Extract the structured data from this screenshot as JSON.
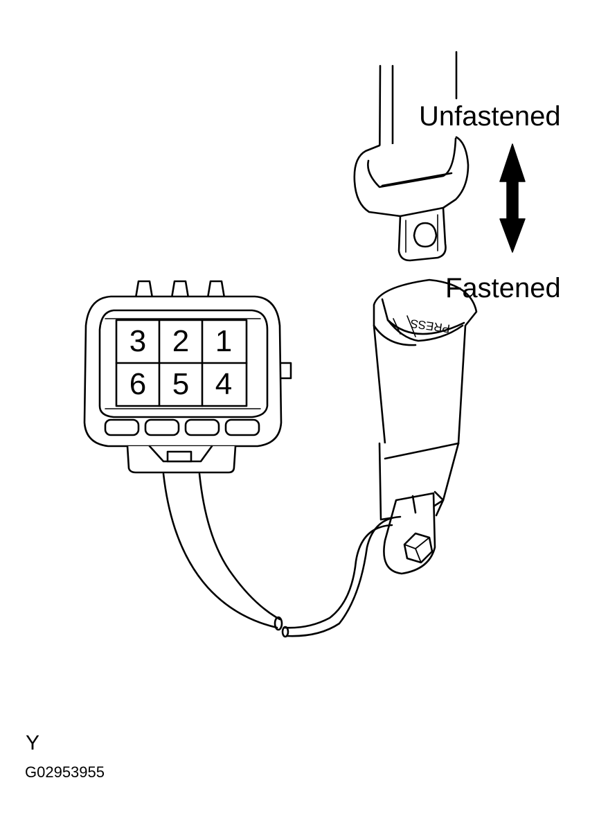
{
  "labels": {
    "unfastened": "Unfastened",
    "fastened": "Fastened",
    "press": "PRESS"
  },
  "connector_pins": {
    "top_row": [
      "3",
      "2",
      "1"
    ],
    "bottom_row": [
      "6",
      "5",
      "4"
    ]
  },
  "footer": {
    "code_letter": "Y",
    "figure_id": "G02953955"
  },
  "colors": {
    "line": "#000000",
    "fill": "#ffffff"
  }
}
